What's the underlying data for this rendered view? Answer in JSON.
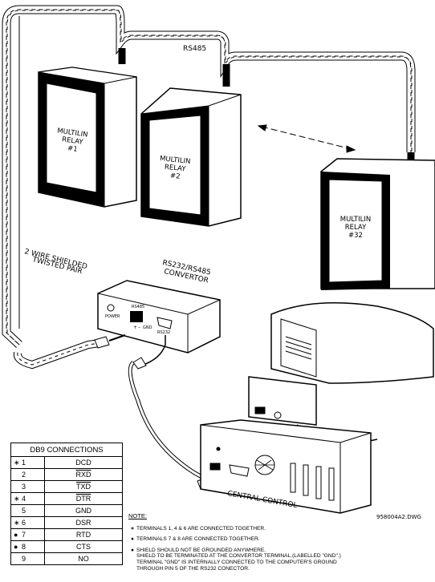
{
  "labels": {
    "rs485": "RS485",
    "relay1": [
      "MULTILIN",
      "RELAY",
      "#1"
    ],
    "relay2": [
      "MULTILIN",
      "RELAY",
      "#2"
    ],
    "relay32": [
      "MULTILIN",
      "RELAY",
      "#32"
    ],
    "cable": [
      "2 WIRE SHIELDED",
      "TWISTED PAIR"
    ],
    "convertor": [
      "RS232/RS485",
      "CONVERTOR"
    ],
    "conv_power": "POWER",
    "conv_rs485": "RS485",
    "conv_rs232": "RS232",
    "conv_plus": "+",
    "conv_minus": "–",
    "conv_gnd": "GND",
    "central": "CENTRAL CONTROL",
    "drawing_no": "958004A2.DWG"
  },
  "db9": {
    "title": "DB9 CONNECTIONS",
    "rows": [
      {
        "mark": "∗",
        "pin": "1",
        "signal": "DCD",
        "overline": false
      },
      {
        "mark": "",
        "pin": "2",
        "signal": "RXD",
        "overline": true
      },
      {
        "mark": "",
        "pin": "3",
        "signal": "TXD",
        "overline": true
      },
      {
        "mark": "∗",
        "pin": "4",
        "signal": "DTR",
        "overline": true
      },
      {
        "mark": "",
        "pin": "5",
        "signal": "GND",
        "overline": false
      },
      {
        "mark": "∗",
        "pin": "6",
        "signal": "DSR",
        "overline": false
      },
      {
        "mark": "●",
        "pin": "7",
        "signal": "RTD",
        "overline": false
      },
      {
        "mark": "●",
        "pin": "8",
        "signal": "CTS",
        "overline": false
      },
      {
        "mark": "",
        "pin": "9",
        "signal": "NO",
        "overline": false
      }
    ]
  },
  "notes": {
    "heading": "NOTE:",
    "items": [
      {
        "mark": "∗",
        "lines": [
          "TERMINALS 1, 4 & 6 ARE CONNECTED TOGETHER."
        ]
      },
      {
        "mark": "●",
        "lines": [
          "TERMINALS 7 & 8 ARE CONNECTED TOGETHER."
        ]
      },
      {
        "mark": "●",
        "lines": [
          "SHIELD SHOULD NOT BE GROUNDED ANYWHERE.",
          "SHIELD TO BE TERMINATED AT THE CONVERTOR TERMINAL.(LABELLED \"GND\".)",
          "TERMINAL \"GND\" IS INTERNALLY CONNECTED TO THE COMPUTER'S GROUND",
          "THROUGH PIN 5 OF THE RS232 CONECTOR."
        ]
      }
    ]
  }
}
